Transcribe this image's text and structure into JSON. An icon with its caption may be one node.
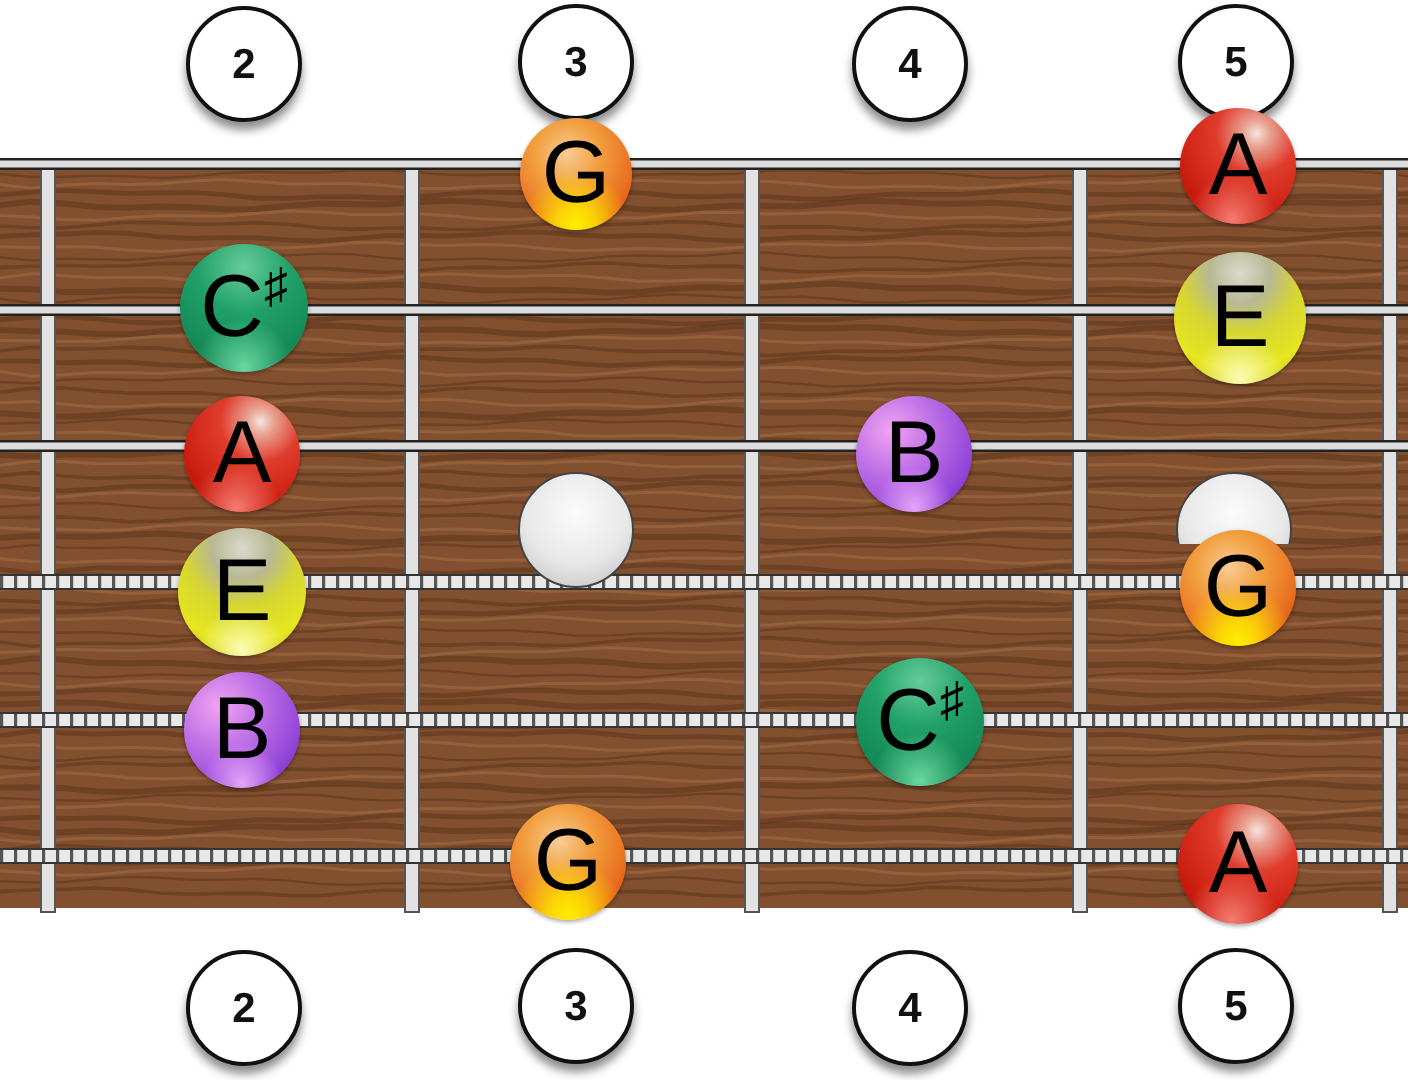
{
  "diagram": {
    "nodes": [
      {
        "text": [
          "2"
        ]
      },
      {
        "text": [
          "3"
        ]
      },
      {
        "text": [
          "4"
        ]
      },
      {
        "text": [
          "5"
        ]
      },
      {
        "text": [
          "G"
        ]
      },
      {
        "text": [
          "A"
        ]
      },
      {
        "text": [
          "C$^{♯}$"
        ]
      },
      {
        "text": [
          "E"
        ]
      },
      {
        "text": [
          "A"
        ]
      },
      {
        "text": [
          "B"
        ]
      },
      {
        "text": [],
        "shape": "circle"
      },
      {
        "text": [],
        "shape": "circle"
      },
      {
        "text": [
          "E"
        ]
      },
      {
        "text": [
          "G"
        ]
      },
      {
        "text": [
          "B"
        ]
      },
      {
        "text": [
          "C$^{♯}$"
        ]
      },
      {
        "text": [
          "G"
        ]
      },
      {
        "text": [
          "A"
        ]
      },
      {
        "text": [
          "2"
        ]
      },
      {
        "text": [
          "3"
        ]
      },
      {
        "text": [
          "4"
        ]
      },
      {
        "text": [
          "5"
        ]
      }
    ],
    "edges": []
  }
}
